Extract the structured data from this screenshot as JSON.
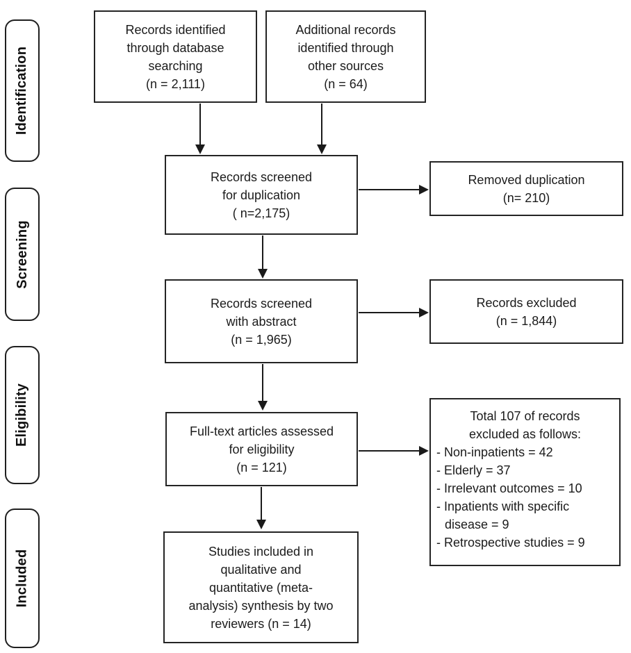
{
  "stages": [
    {
      "label": "Identification"
    },
    {
      "label": "Screening"
    },
    {
      "label": "Eligibility"
    },
    {
      "label": "Included"
    }
  ],
  "boxes": {
    "db": {
      "text": "Records identified\nthrough database\nsearching\n(n = 2,111)"
    },
    "other": {
      "text": "Additional records\nidentified through\nother sources\n(n = 64)"
    },
    "dup": {
      "text": "Records screened\nfor duplication\n( n=2,175)"
    },
    "removed": {
      "text": "Removed duplication\n(n= 210)"
    },
    "abstract": {
      "text": "Records screened\nwith abstract\n(n = 1,965)"
    },
    "excluded": {
      "text": "Records excluded\n(n = 1,844)"
    },
    "fulltext": {
      "text": "Full-text articles assessed\nfor eligibility\n(n = 121)"
    },
    "excl_detail": {
      "title": "Total 107 of records\nexcluded as follows:",
      "items": [
        "- Non-inpatients = 42",
        "- Elderly = 37",
        "- Irrelevant outcomes = 10",
        "- Inpatients with specific disease = 9",
        "- Retrospective studies = 9"
      ]
    },
    "included": {
      "text": "Studies included in\nqualitative and\nquantitative (meta-\nanalysis) synthesis by two\nreviewers (n = 14)"
    }
  },
  "colors": {
    "border": "#242424",
    "text": "#1b1b1b",
    "background": "#ffffff"
  }
}
